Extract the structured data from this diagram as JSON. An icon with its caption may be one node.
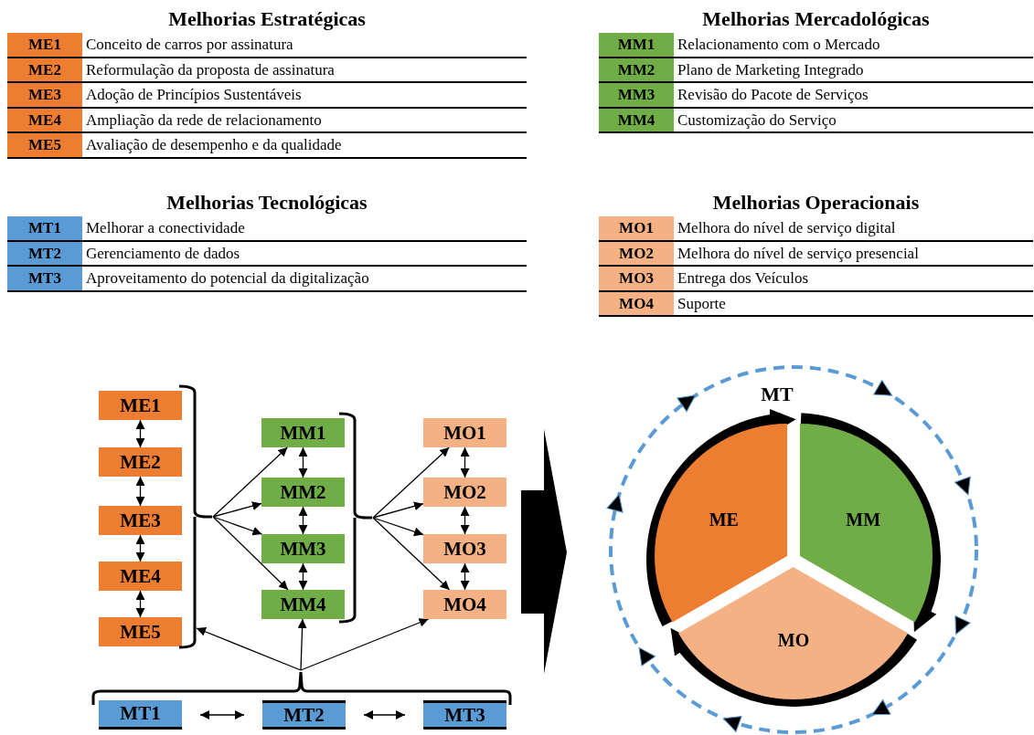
{
  "diagram": {
    "nodes": [
      {
        "text": [
          "ME1"
        ]
      },
      {
        "text": [
          "ME2"
        ]
      },
      {
        "text": [
          "ME3"
        ]
      },
      {
        "text": [
          "ME4"
        ]
      },
      {
        "text": [
          "ME5"
        ]
      },
      {
        "text": [
          "MM1"
        ]
      },
      {
        "text": [
          "MM2"
        ]
      },
      {
        "text": [
          "MM3"
        ]
      },
      {
        "text": [
          "MM4"
        ]
      },
      {
        "text": [
          "MO1"
        ]
      },
      {
        "text": [
          "MO2"
        ]
      },
      {
        "text": [
          "MO3"
        ]
      },
      {
        "text": [
          "MO4"
        ]
      },
      {
        "text": [
          "MT1"
        ]
      },
      {
        "text": [
          "MT2"
        ]
      },
      {
        "text": [
          "MT3"
        ]
      },
      {
        "text": [
          "ME"
        ]
      },
      {
        "text": [
          "MM"
        ]
      },
      {
        "text": [
          "MO"
        ]
      },
      {
        "text": [],
        "shape": "bracket"
      },
      {
        "text": [],
        "shape": "bracket"
      },
      {
        "text": [],
        "shape": "bracket"
      }
    ],
    "edges": [
      {
        "from": 0,
        "to": 1,
        "arrow": "both"
      },
      {
        "from": 1,
        "to": 2,
        "arrow": "both"
      },
      {
        "from": 2,
        "to": 3,
        "arrow": "both"
      },
      {
        "from": 3,
        "to": 4,
        "arrow": "both"
      },
      {
        "from": 5,
        "to": 6,
        "arrow": "both"
      },
      {
        "from": 6,
        "to": 7,
        "arrow": "both"
      },
      {
        "from": 7,
        "to": 8,
        "arrow": "both"
      },
      {
        "from": 9,
        "to": 10,
        "arrow": "both"
      },
      {
        "from": 10,
        "to": 11,
        "arrow": "both"
      },
      {
        "from": 11,
        "to": 12,
        "arrow": "both"
      },
      {
        "from": 19,
        "to": 5,
        "arrow": "to"
      },
      {
        "from": 19,
        "to": 6,
        "arrow": "to"
      },
      {
        "from": 19,
        "to": 7,
        "arrow": "to"
      },
      {
        "from": 19,
        "to": 8,
        "arrow": "to"
      },
      {
        "from": 20,
        "to": 9,
        "arrow": "to"
      },
      {
        "from": 20,
        "to": 10,
        "arrow": "to"
      },
      {
        "from": 20,
        "to": 11,
        "arrow": "to"
      },
      {
        "from": 20,
        "to": 12,
        "arrow": "to"
      },
      {
        "from": 21,
        "to": 19,
        "arrow": "to"
      },
      {
        "from": 21,
        "to": 8,
        "arrow": "to"
      },
      {
        "from": 21,
        "to": 12,
        "arrow": "to"
      },
      {
        "from": 13,
        "to": 14,
        "arrow": "both"
      },
      {
        "from": 14,
        "to": 15,
        "arrow": "both"
      },
      {
        "from": 16,
        "to": 17,
        "arrow": "to",
        "style": "thick"
      },
      {
        "from": 17,
        "to": 18,
        "arrow": "to",
        "style": "thick"
      },
      {
        "from": 18,
        "to": 16,
        "arrow": "to",
        "style": "thick"
      }
    ],
    "labels": [
      "Melhorias Estratégicas",
      "ME1",
      "Conceito de carros por assinatura",
      "ME2",
      "Reformulação da proposta de assinatura",
      "ME3",
      "Adoção de Princípios Sustentáveis",
      "ME4",
      "Ampliação da rede de relacionamento",
      "ME5",
      "Avaliação de desempenho e da qualidade",
      "Melhorias Mercadológicas",
      "MM1",
      "Relacionamento com o Mercado",
      "MM2",
      "Plano de Marketing Integrado",
      "MM3",
      "Revisão do Pacote de Serviços",
      "MM4",
      "Customização do Serviço",
      "Melhorias Tecnológicas",
      "MT1",
      "Melhorar a conectividade",
      "MT2",
      "Gerenciamento de dados",
      "MT3",
      "Aproveitamento do potencial da digitalização",
      "Melhorias Operacionais",
      "MO1",
      "Melhora do nível de serviço digital",
      "MO2",
      "Melhora do nível de serviço presencial",
      "MO3",
      "Entrega dos Veículos",
      "MO4",
      "Suporte",
      "MT"
    ]
  }
}
